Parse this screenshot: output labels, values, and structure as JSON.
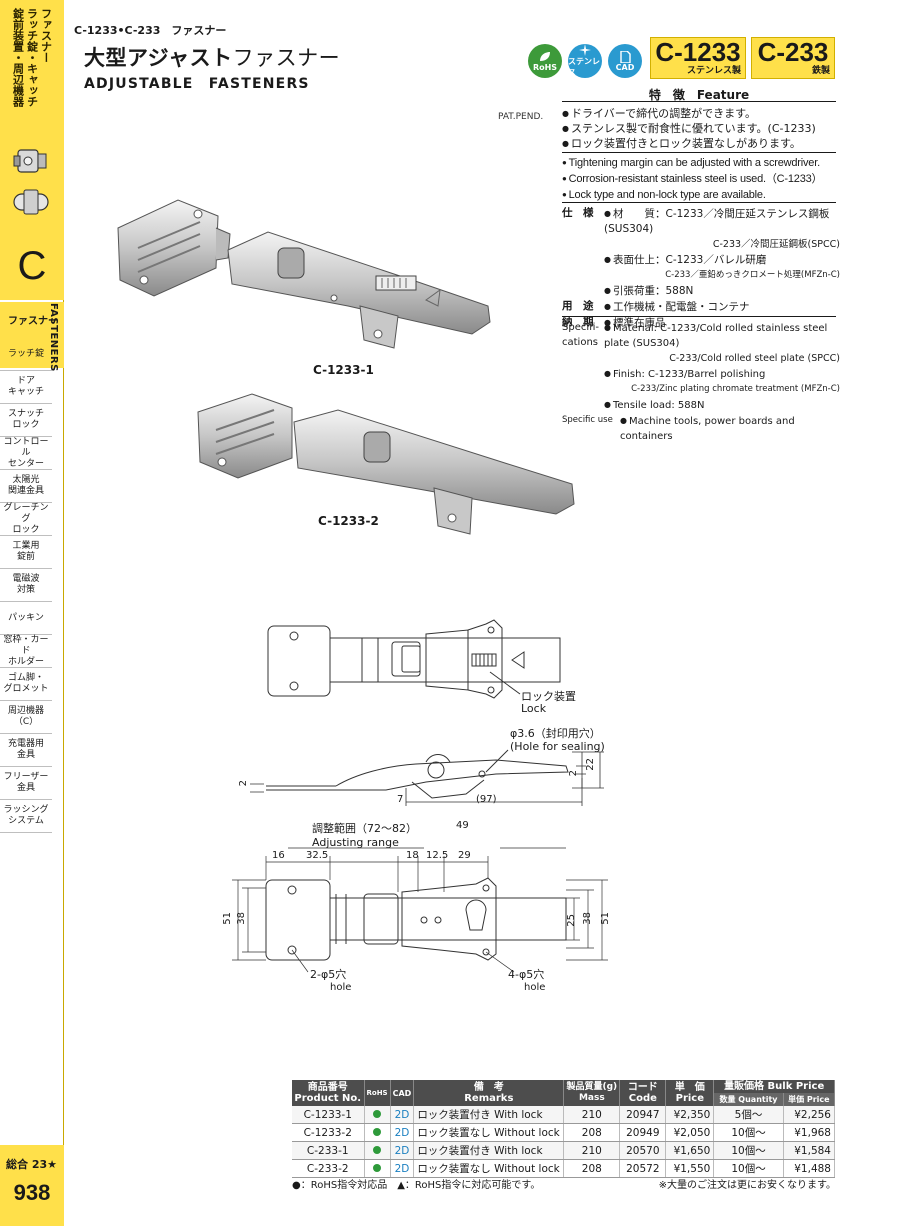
{
  "sidebar": {
    "category_lines": [
      "ファスナー",
      "ラッチ錠・キャッチ",
      "錠前装置・周辺機器"
    ],
    "letter": "C",
    "active_jp": "ファスナー",
    "active_en": "FASTENERS",
    "items": [
      "ラッチ錠",
      "ドア\nキャッチ",
      "スナッチ\nロック",
      "コントロール\nセンター",
      "太陽光\n関連金具",
      "グレーチング\nロック",
      "工業用\n錠前",
      "電磁波\n対策",
      "パッキン",
      "窓枠・カード\nホルダー",
      "ゴム脚・\nグロメット",
      "周辺機器\n（C）",
      "充電器用\n金具",
      "フリーザー\n金具",
      "ラッシング\nシステム"
    ],
    "total_label": "総合 23★",
    "page_number": "938"
  },
  "header": {
    "breadcrumb": "C-1233•C-233　ファスナー",
    "title_jp_bold": "大型アジャスト",
    "title_jp_normal": "ファスナー",
    "title_en": "ADJUSTABLE　FASTENERS",
    "badges": {
      "rohs": "RoHS",
      "sus": "ステンレス",
      "cad": "CAD"
    },
    "models": [
      {
        "code": "C-1233",
        "material": "ステンレス製"
      },
      {
        "code": "C-233",
        "material": "鉄製"
      }
    ],
    "colors": {
      "accent_yellow": "#ffe04a",
      "rohs_green": "#3d9a3a",
      "badge_blue": "#2a9ad0"
    }
  },
  "feature": {
    "heading": "特　徴　Feature",
    "pat": "PAT.PEND.",
    "jp": [
      "ドライバーで締代の調整ができます。",
      "ステンレス製で耐食性に優れています。(C-1233)",
      "ロック装置付きとロック装置なしがあります。"
    ],
    "en": [
      "Tightening margin can be adjusted with a screwdriver.",
      "Corrosion-resistant stainless steel is used.（C-1233）",
      "Lock type and non-lock type are available."
    ]
  },
  "spec_jp": {
    "key_spec": "仕　様",
    "key_use": "用　途",
    "key_delivery": "納　期",
    "material": "材　　質：C-1233／冷間圧延ステンレス鋼板(SUS304)",
    "material2": "C-233／冷間圧延鋼板(SPCC)",
    "finish": "表面仕上：C-1233／バレル研磨",
    "finish2": "C-233／亜鉛めっきクロメート処理(MFZn-C)",
    "tensile": "引張荷重：588N",
    "use": "工作機械・配電盤・コンテナ",
    "delivery": "標準在庫品"
  },
  "spec_en": {
    "key_spec": "Specifi-\ncations",
    "key_use": "Specific use",
    "material": "Material: C-1233/Cold rolled stainless steel plate (SUS304)",
    "material2": "C-233/Cold rolled steel plate (SPCC)",
    "finish": "Finish: C-1233/Barrel polishing",
    "finish2": "C-233/Zinc plating chromate treatment (MFZn-C)",
    "tensile": "Tensile load: 588N",
    "use": "Machine tools, power boards and containers"
  },
  "photos": {
    "caption1": "C-1233-1",
    "caption2": "C-1233-2"
  },
  "drawing": {
    "lock_jp": "ロック装置",
    "lock_en": "Lock",
    "hole_seal_jp": "φ3.6（封印用穴）",
    "hole_seal_en": "(Hole for sealing)",
    "dim_2_left": "2",
    "dim_2_right": "2",
    "dim_22": "22",
    "dim_7": "7",
    "dim_97": "(97)",
    "adj_jp": "調整範囲（72～82）",
    "adj_en": "Adjusting range",
    "dim_49": "49",
    "dim_16": "16",
    "dim_32_5": "32.5",
    "dim_18": "18",
    "dim_12_5": "12.5",
    "dim_29": "29",
    "dim_51_l": "51",
    "dim_38_l": "38",
    "dim_25": "25",
    "dim_38_r": "38",
    "dim_51_r": "51",
    "hole2": "2-φ5穴",
    "hole2_en": "hole",
    "hole4": "4-φ5穴",
    "hole4_en": "hole"
  },
  "table": {
    "headers": {
      "product_jp": "商品番号",
      "product_en": "Product No.",
      "rohs": "RoHS",
      "cad": "CAD",
      "remarks_jp": "備　考",
      "remarks_en": "Remarks",
      "mass_jp": "製品質量(g)",
      "mass_en": "Mass",
      "code_jp": "コード",
      "code_en": "Code",
      "price_jp": "単　価",
      "price_en": "Price",
      "bulk": "量販価格 Bulk Price",
      "qty": "数量 Quantity",
      "unit": "単価 Price"
    },
    "rows": [
      {
        "product": "C-1233-1",
        "cad": "2D",
        "remarks": "ロック装置付き With lock",
        "mass": "210",
        "code": "20947",
        "price": "¥2,350",
        "qty": "5個～",
        "bulk": "¥2,256"
      },
      {
        "product": "C-1233-2",
        "cad": "2D",
        "remarks": "ロック装置なし Without lock",
        "mass": "208",
        "code": "20949",
        "price": "¥2,050",
        "qty": "10個～",
        "bulk": "¥1,968"
      },
      {
        "product": "C-233-1",
        "cad": "2D",
        "remarks": "ロック装置付き With lock",
        "mass": "210",
        "code": "20570",
        "price": "¥1,650",
        "qty": "10個～",
        "bulk": "¥1,584"
      },
      {
        "product": "C-233-2",
        "cad": "2D",
        "remarks": "ロック装置なし Without lock",
        "mass": "208",
        "code": "20572",
        "price": "¥1,550",
        "qty": "10個～",
        "bulk": "¥1,488"
      }
    ],
    "note_left": "●：RoHS指令対応品　▲：RoHS指令に対応可能です。",
    "note_right": "※大量のご注文は更にお安くなります。"
  }
}
